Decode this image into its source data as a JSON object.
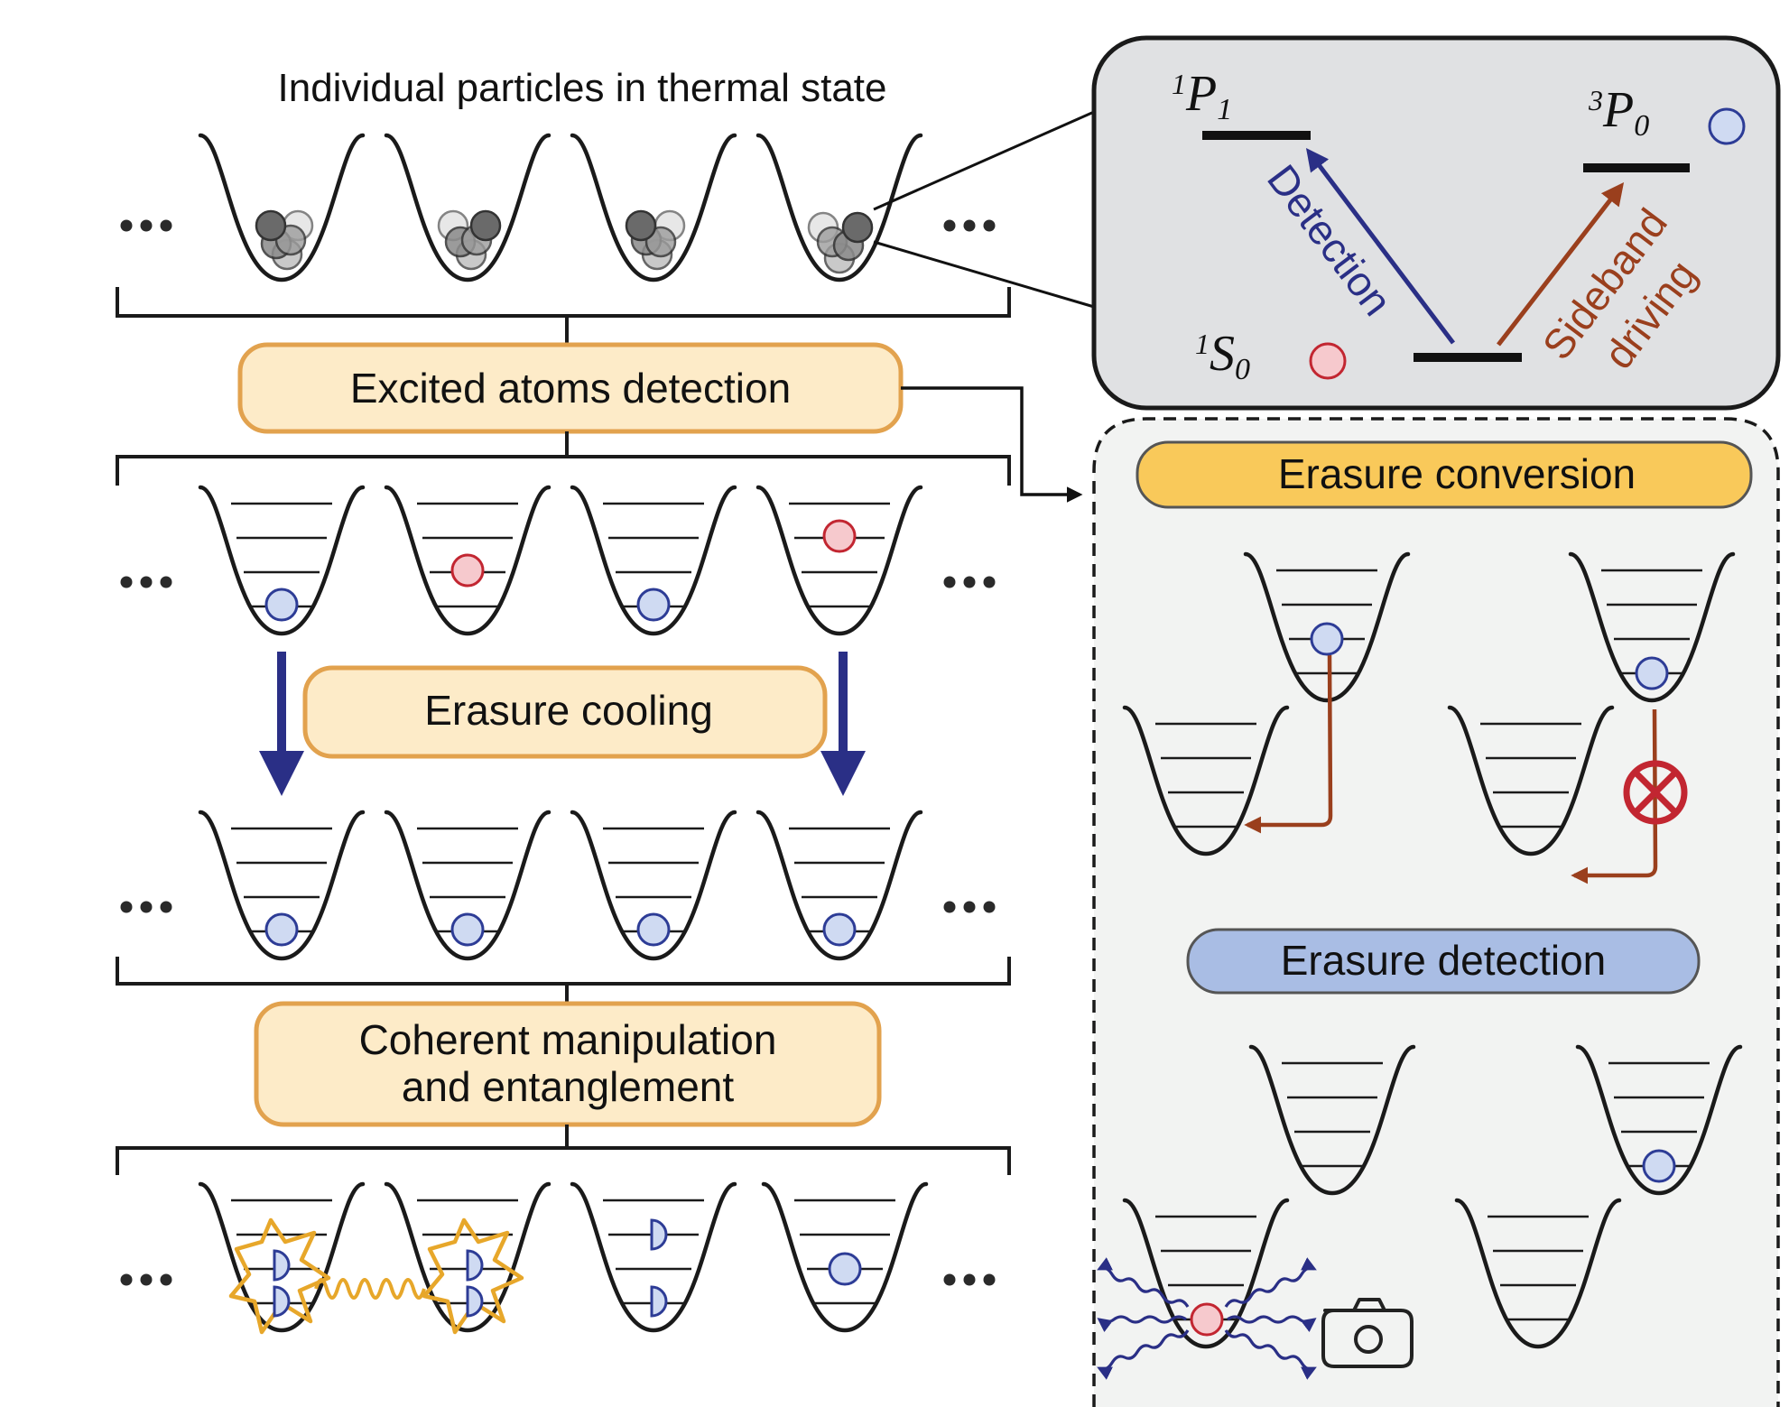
{
  "labels": {
    "title": "Individual particles in thermal state",
    "excited_detection": "Excited atoms detection",
    "erasure_cooling": "Erasure cooling",
    "coherent_line1": "Coherent manipulation",
    "coherent_line2": "and entanglement",
    "erasure_conversion": "Erasure conversion",
    "erasure_detection": "Erasure detection",
    "detection": "Detection",
    "sideband_line1": "Sideband",
    "sideband_line2": "driving"
  },
  "levels": {
    "p1": {
      "sup": "1",
      "main": "P",
      "sub": "1"
    },
    "p0": {
      "sup": "3",
      "main": "P",
      "sub": "0"
    },
    "s0": {
      "sup": "1",
      "main": "S",
      "sub": "0"
    }
  },
  "colors": {
    "box_fill": "#fdebc8",
    "box_stroke": "#e2a24e",
    "erasure_conversion_fill": "#f9c95a",
    "erasure_detection_fill": "#a9bde4",
    "ground_atom_fill": "#cfdaf2",
    "ground_atom_stroke": "#2d3c96",
    "excited_atom_fill": "#f6c9cd",
    "excited_atom_stroke": "#c22631",
    "detection_arrow": "#2a2f86",
    "sideband_arrow": "#9a3f1d",
    "level_panel_fill": "#e0e1e3",
    "conversion_panel_fill": "#f2f3f2",
    "entanglement": "#e7a72a"
  },
  "icons": [
    "ellipsis-icon",
    "camera-icon",
    "blocked-transition-icon",
    "scattered-photon-icon",
    "entanglement-spring-icon"
  ]
}
